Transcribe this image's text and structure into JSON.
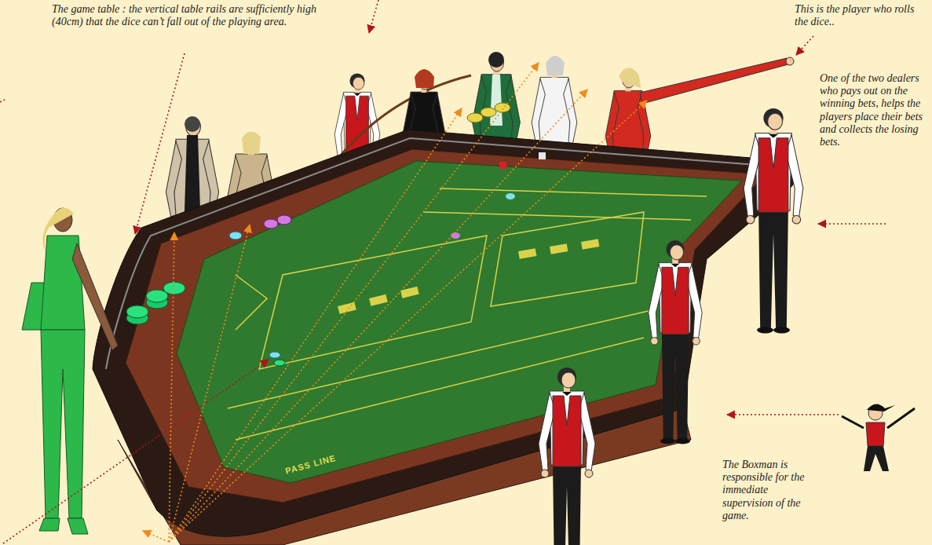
{
  "diagram": {
    "labels": [
      "The game table : the vertical table rails are sufficiently high (40cm) that the dice can’t fall out of the playing area.",
      "This is the player who rolls the dice..",
      "One of the two dealers who pays out on the winning bets, helps the players place their bets and collects the losing bets.",
      "The Boxman is responsible for the immediate supervision of the game.",
      "PASS LINE"
    ]
  }
}
